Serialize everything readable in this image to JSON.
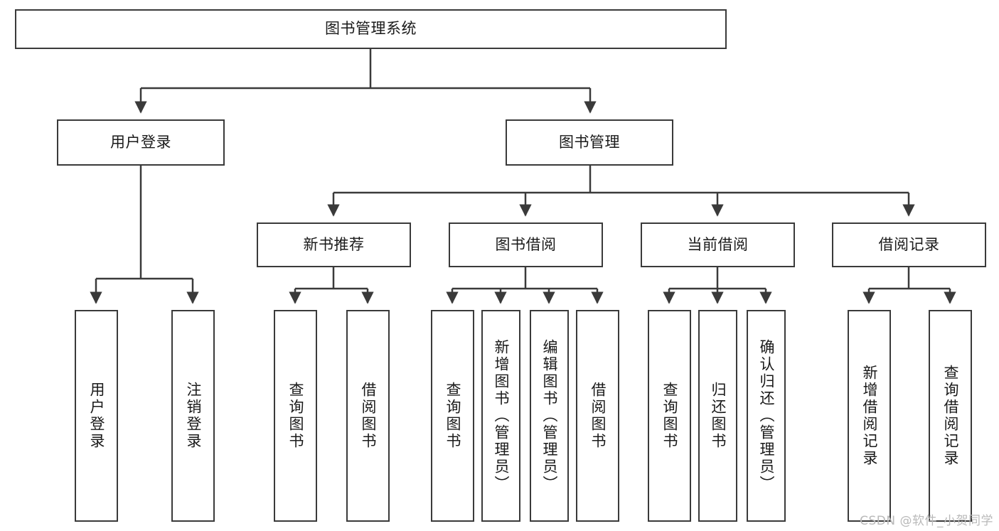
{
  "diagram": {
    "title": "图书管理系统",
    "type": "functional-structure-tree",
    "stroke_color": "#3a3a3a",
    "text_color": "#1a1a1a",
    "background_color": "#ffffff"
  },
  "root": {
    "label": "图书管理系统"
  },
  "level2": [
    {
      "label": "用户登录"
    },
    {
      "label": "图书管理"
    }
  ],
  "level3": [
    {
      "label": "新书推荐"
    },
    {
      "label": "图书借阅"
    },
    {
      "label": "当前借阅"
    },
    {
      "label": "借阅记录"
    }
  ],
  "leaves": {
    "user_login": [
      {
        "label": "用户登录"
      },
      {
        "label": "注销登录"
      }
    ],
    "new_book": [
      {
        "label": "查询图书"
      },
      {
        "label": "借阅图书"
      }
    ],
    "book_borrow": [
      {
        "label": "查询图书"
      },
      {
        "label": "新增图书（管理员）"
      },
      {
        "label": "编辑图书（管理员）"
      },
      {
        "label": "借阅图书"
      }
    ],
    "current_borrow": [
      {
        "label": "查询图书"
      },
      {
        "label": "归还图书"
      },
      {
        "label": "确认归还（管理员）"
      }
    ],
    "borrow_record": [
      {
        "label": "新增借阅记录"
      },
      {
        "label": "查询借阅记录"
      }
    ]
  },
  "watermark": {
    "text": "CSDN @软件_小贺同学"
  },
  "chart_data": {
    "type": "table",
    "title": "图书管理系统 功能结构图",
    "nodes": [
      {
        "id": "root",
        "label": "图书管理系统",
        "level": 1,
        "parent": null
      },
      {
        "id": "user-login",
        "label": "用户登录",
        "level": 2,
        "parent": "root"
      },
      {
        "id": "book-manage",
        "label": "图书管理",
        "level": 2,
        "parent": "root"
      },
      {
        "id": "new-book-rec",
        "label": "新书推荐",
        "level": 3,
        "parent": "book-manage"
      },
      {
        "id": "book-borrow",
        "label": "图书借阅",
        "level": 3,
        "parent": "book-manage"
      },
      {
        "id": "current-borrow",
        "label": "当前借阅",
        "level": 3,
        "parent": "book-manage"
      },
      {
        "id": "borrow-record",
        "label": "借阅记录",
        "level": 3,
        "parent": "book-manage"
      },
      {
        "id": "leaf-1",
        "label": "用户登录",
        "level": 3,
        "parent": "user-login"
      },
      {
        "id": "leaf-2",
        "label": "注销登录",
        "level": 3,
        "parent": "user-login"
      },
      {
        "id": "leaf-3",
        "label": "查询图书",
        "level": 4,
        "parent": "new-book-rec"
      },
      {
        "id": "leaf-4",
        "label": "借阅图书",
        "level": 4,
        "parent": "new-book-rec"
      },
      {
        "id": "leaf-5",
        "label": "查询图书",
        "level": 4,
        "parent": "book-borrow"
      },
      {
        "id": "leaf-6",
        "label": "新增图书（管理员）",
        "level": 4,
        "parent": "book-borrow"
      },
      {
        "id": "leaf-7",
        "label": "编辑图书（管理员）",
        "level": 4,
        "parent": "book-borrow"
      },
      {
        "id": "leaf-8",
        "label": "借阅图书",
        "level": 4,
        "parent": "book-borrow"
      },
      {
        "id": "leaf-9",
        "label": "查询图书",
        "level": 4,
        "parent": "current-borrow"
      },
      {
        "id": "leaf-10",
        "label": "归还图书",
        "level": 4,
        "parent": "current-borrow"
      },
      {
        "id": "leaf-11",
        "label": "确认归还（管理员）",
        "level": 4,
        "parent": "current-borrow"
      },
      {
        "id": "leaf-12",
        "label": "新增借阅记录",
        "level": 4,
        "parent": "borrow-record"
      },
      {
        "id": "leaf-13",
        "label": "查询借阅记录",
        "level": 4,
        "parent": "borrow-record"
      }
    ]
  }
}
